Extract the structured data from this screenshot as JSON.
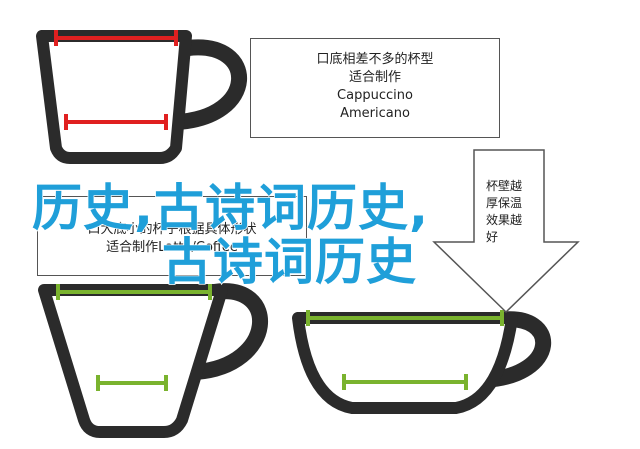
{
  "top_label": {
    "line1": "口底相差不多的杯型",
    "line2": "适合制作",
    "line3": "Cappuccino",
    "line4": "Americano"
  },
  "mid_label": {
    "line1": "口大底小的杯子根据具体形状",
    "line2": "适合制作Latte/Coffee"
  },
  "arrow_label": {
    "line1": "杯壁越",
    "line2": "厚保温",
    "line3": "效果越",
    "line4": "好"
  },
  "overlay_title": {
    "line1": "历史,古诗词历史,",
    "line2": "古诗词历史"
  },
  "colors": {
    "cup": "#2b2b2b",
    "red_marker": "#e02020",
    "green_marker": "#7ab32e",
    "overlay_text": "#1f9fd9"
  }
}
